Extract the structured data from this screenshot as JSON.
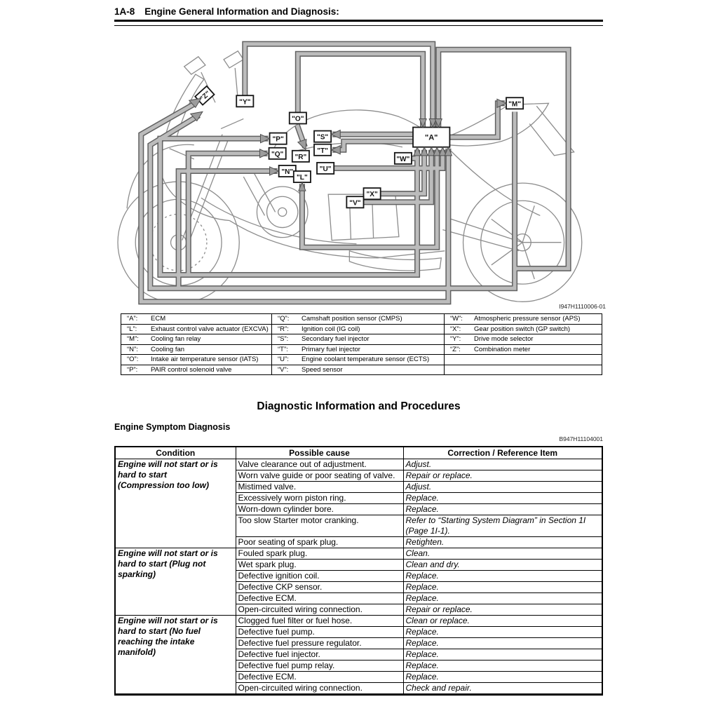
{
  "header": {
    "section_code": "1A-8",
    "title": "Engine General Information and Diagnosis:"
  },
  "diagram": {
    "figure_code": "I947H1110006-01",
    "callouts": {
      "A": "\"A\"",
      "L": "\"L\"",
      "M": "\"M\"",
      "N": "\"N\"",
      "O": "\"O\"",
      "P": "\"P\"",
      "Q": "\"Q\"",
      "R": "\"R\"",
      "S": "\"S\"",
      "T": "\"T\"",
      "U": "\"U\"",
      "V": "\"V\"",
      "W": "\"W\"",
      "X": "\"X\"",
      "Y": "\"Y\"",
      "Z": "\"Z\""
    }
  },
  "legend": {
    "rows": [
      [
        {
          "key": "“A”:",
          "desc": "ECM"
        },
        {
          "key": "“Q”:",
          "desc": "Camshaft position sensor (CMPS)"
        },
        {
          "key": "“W”:",
          "desc": "Atmospheric pressure sensor (APS)"
        }
      ],
      [
        {
          "key": "“L”:",
          "desc": "Exhaust control valve actuator (EXCVA)"
        },
        {
          "key": "“R”:",
          "desc": "Ignition coil (IG coil)"
        },
        {
          "key": "“X”:",
          "desc": "Gear position switch (GP switch)"
        }
      ],
      [
        {
          "key": "“M”:",
          "desc": "Cooling fan relay"
        },
        {
          "key": "“S”:",
          "desc": "Secondary fuel injector"
        },
        {
          "key": "“Y”:",
          "desc": "Drive mode selector"
        }
      ],
      [
        {
          "key": "“N”:",
          "desc": "Cooling fan"
        },
        {
          "key": "“T”:",
          "desc": "Primary fuel injector"
        },
        {
          "key": "“Z”:",
          "desc": "Combination meter"
        }
      ],
      [
        {
          "key": "“O”:",
          "desc": "Intake air temperature sensor (IATS)"
        },
        {
          "key": "“U”:",
          "desc": "Engine coolant temperature sensor (ECTS)"
        },
        {
          "key": "",
          "desc": ""
        }
      ],
      [
        {
          "key": "“P”:",
          "desc": "PAIR control solenoid valve"
        },
        {
          "key": "“V”:",
          "desc": "Speed sensor"
        },
        {
          "key": "",
          "desc": ""
        }
      ]
    ]
  },
  "procedures": {
    "title": "Diagnostic Information and Procedures"
  },
  "symptom": {
    "title": "Engine Symptom Diagnosis",
    "doc_code": "B947H11104001"
  },
  "diagnosis_table": {
    "headers": [
      "Condition",
      "Possible cause",
      "Correction / Reference Item"
    ],
    "groups": [
      {
        "condition_lines": [
          "Engine will not start or is",
          "hard to start",
          "(Compression too low)",
          ""
        ],
        "rows": [
          [
            "Valve clearance out of adjustment.",
            "Adjust."
          ],
          [
            "Worn valve guide or poor seating of valve.",
            "Repair or replace."
          ],
          [
            "Mistimed valve.",
            "Adjust."
          ],
          [
            "Excessively worn piston ring.",
            "Replace."
          ],
          [
            "Worn-down cylinder bore.",
            "Replace."
          ],
          [
            "Too slow Starter motor cranking.",
            "Refer to “Starting System Diagram” in Section 1I (Page 1I-1)."
          ],
          [
            "Poor seating of spark plug.",
            "Retighten."
          ]
        ]
      },
      {
        "condition_lines": [
          "Engine will not start or is",
          "hard to start (Plug not",
          "sparking)",
          ""
        ],
        "rows": [
          [
            "Fouled spark plug.",
            "Clean."
          ],
          [
            "Wet spark plug.",
            "Clean and dry."
          ],
          [
            "Defective ignition coil.",
            "Replace."
          ],
          [
            "Defective CKP sensor.",
            "Replace."
          ],
          [
            "Defective ECM.",
            "Replace."
          ],
          [
            "Open-circuited wiring connection.",
            "Repair or replace."
          ]
        ]
      },
      {
        "condition_lines": [
          "Engine will not start or is",
          "hard to start (No fuel",
          "reaching the intake",
          "manifold)"
        ],
        "rows": [
          [
            "Clogged fuel filter or fuel hose.",
            "Clean or replace."
          ],
          [
            "Defective fuel pump.",
            "Replace."
          ],
          [
            "Defective fuel pressure regulator.",
            "Replace."
          ],
          [
            "Defective fuel injector.",
            "Replace."
          ],
          [
            "Defective fuel pump relay.",
            "Replace."
          ],
          [
            "Defective ECM.",
            "Replace."
          ],
          [
            "Open-circuited wiring connection.",
            "Check and repair."
          ]
        ]
      }
    ]
  }
}
